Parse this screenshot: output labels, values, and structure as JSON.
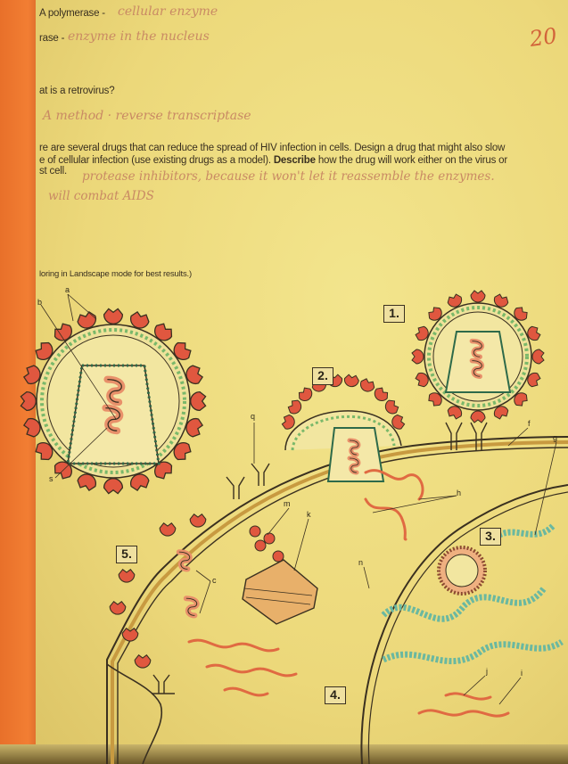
{
  "worksheet": {
    "q1": {
      "label": "A polymerase -",
      "answer": "cellular enzyme"
    },
    "q2": {
      "label": "rase -",
      "answer": "enzyme in the nucleus"
    },
    "score": "20",
    "q3": {
      "prompt": "at is a retrovirus?",
      "answer": "A method · reverse transcriptase"
    },
    "q4": {
      "line1": "re are several drugs that can reduce the spread of HIV infection in cells. Design a drug that might also slow",
      "line2_prefix": "e of cellular infection (use existing drugs as a model).",
      "line2_bold": "Describe",
      "line2_suffix": "how the drug will work either on the virus or",
      "line3": "st cell.",
      "answer_line1": "protease inhibitors, because it won't let it reassemble the enzymes.",
      "answer_line2": "will   combat AIDS"
    },
    "instruction": "loring in Landscape mode for best results.)"
  },
  "diagram": {
    "steps": [
      "1.",
      "2.",
      "3.",
      "4.",
      "5."
    ],
    "labels": [
      "a",
      "b",
      "s",
      "q",
      "f",
      "g",
      "h",
      "m",
      "k",
      "c",
      "n",
      "j",
      "i"
    ]
  }
}
